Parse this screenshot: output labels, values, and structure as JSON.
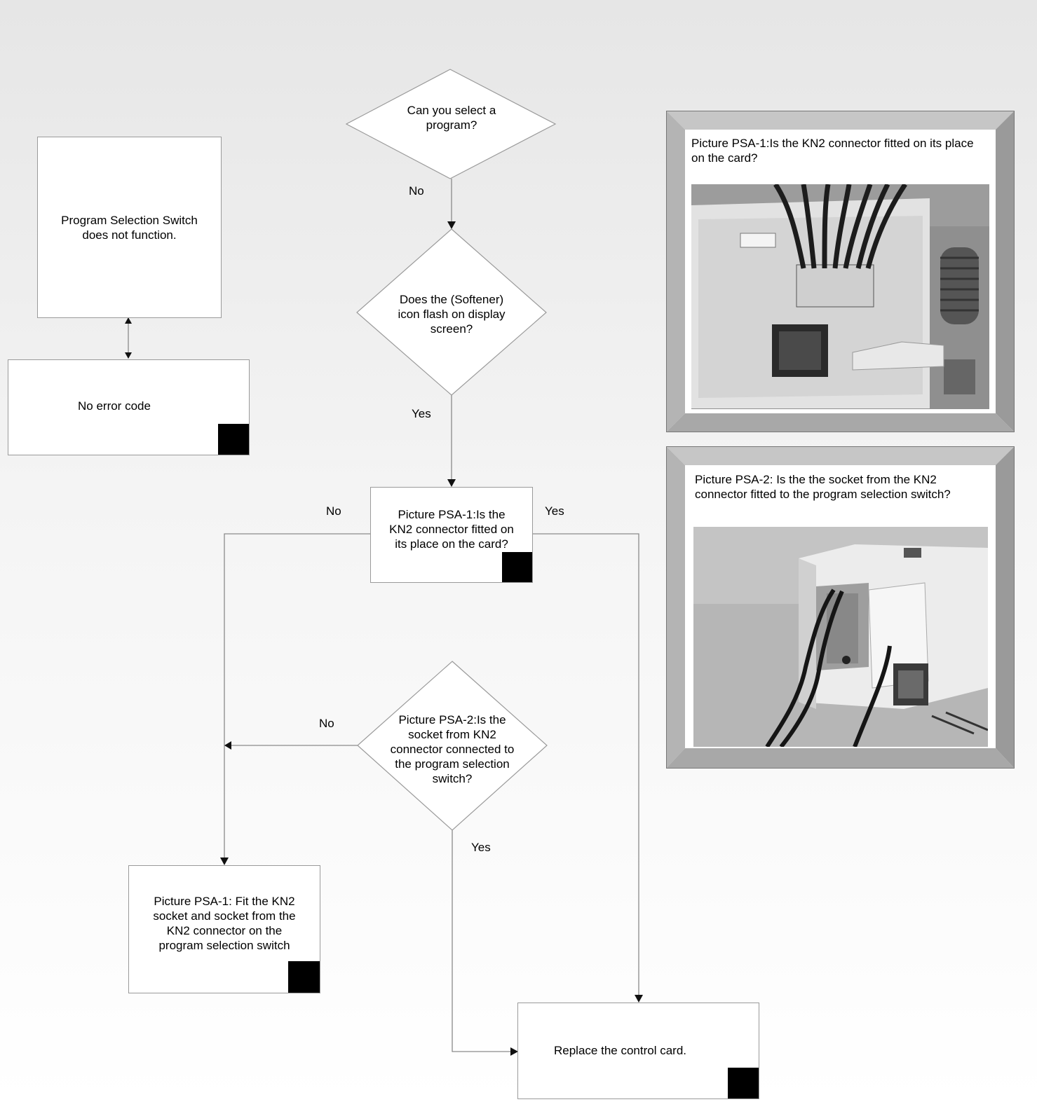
{
  "start_box": {
    "text": "Program Selection Switch does not function."
  },
  "error_box": {
    "text": "No error code"
  },
  "q1": {
    "text": "Can you select a program?",
    "no_label": "No"
  },
  "q2": {
    "text": "Does the (Softener) icon flash on display screen?",
    "yes_label": "Yes"
  },
  "q3": {
    "text": "Picture PSA-1:Is the KN2 connector fitted on its place on the card?",
    "no_label": "No",
    "yes_label": "Yes"
  },
  "q4": {
    "text": "Picture PSA-2:Is the socket from KN2 connector connected to the program selection switch?",
    "no_label": "No",
    "yes_label": "Yes"
  },
  "fix_box": {
    "text": "Picture PSA-1: Fit the KN2 socket and socket from the KN2 connector on the program selection switch"
  },
  "replace_box": {
    "text": "Replace the control card."
  },
  "picture1": {
    "caption": "Picture PSA-1:Is the KN2 connector fitted on its place on the card?"
  },
  "picture2": {
    "caption": "Picture PSA-2: Is the the socket from the KN2 connector fitted to the program selection switch?"
  }
}
